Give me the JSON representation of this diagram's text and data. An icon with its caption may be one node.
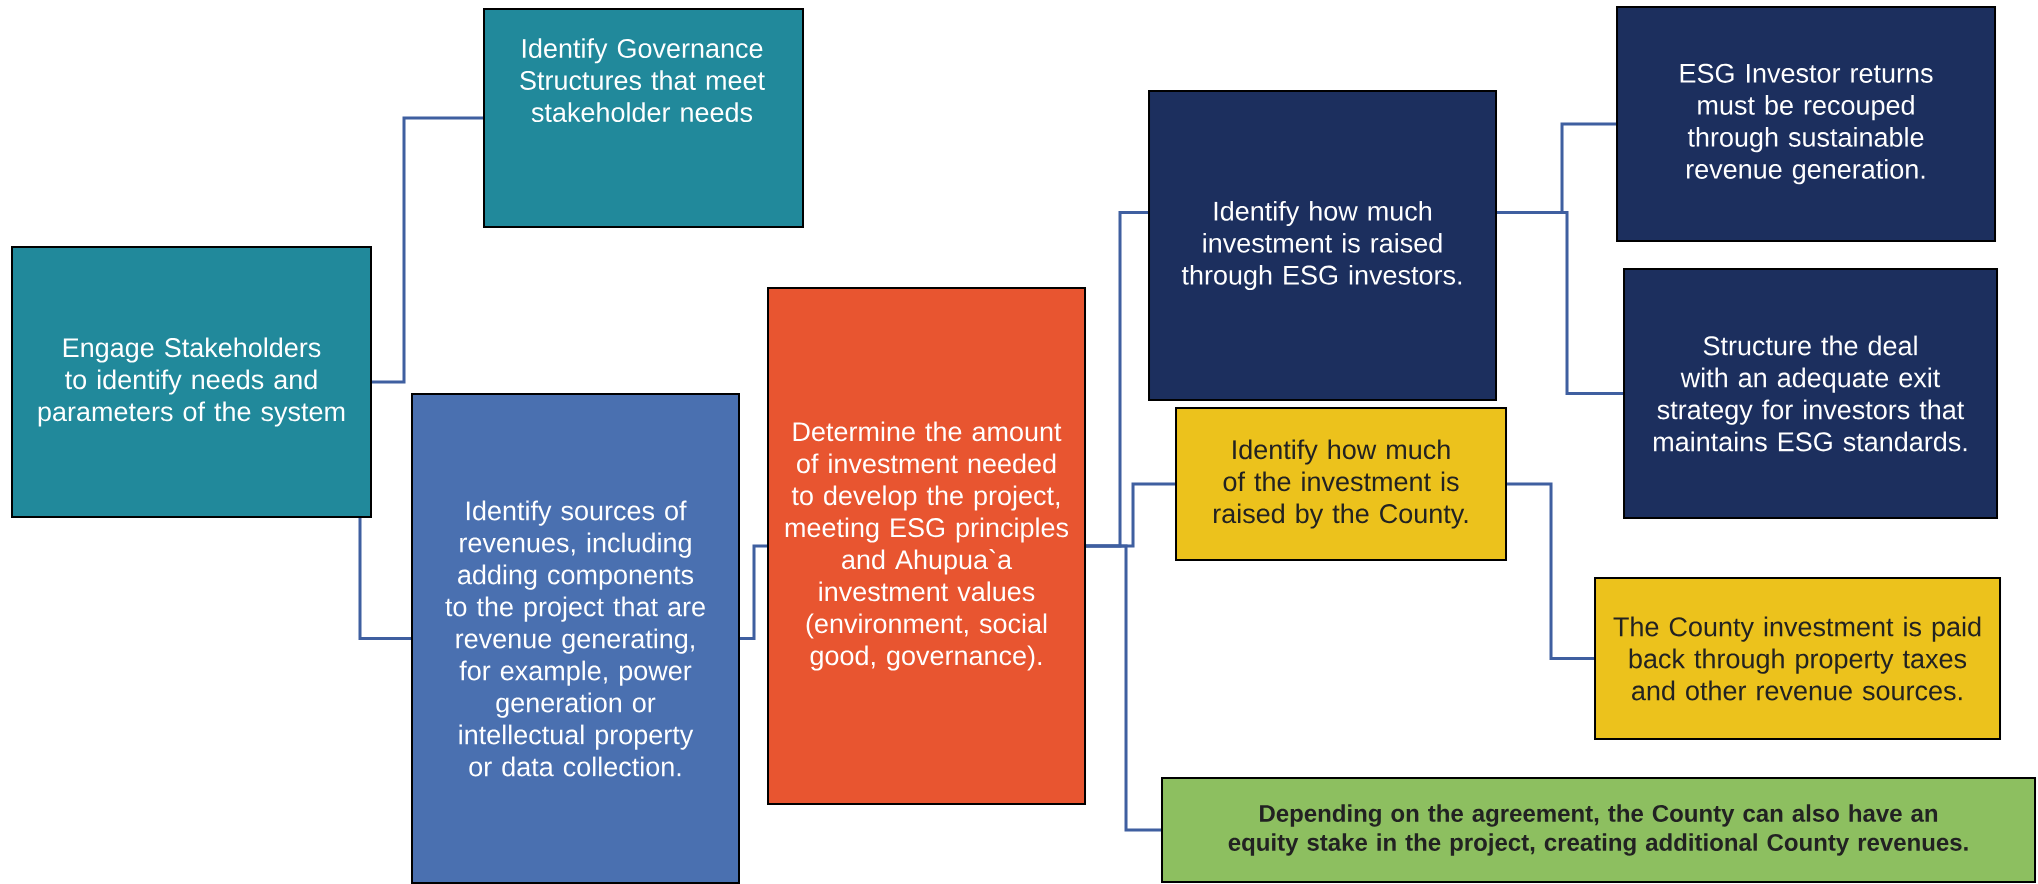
{
  "diagram": {
    "nodes": [
      {
        "text": [
          "Engage Stakeholders to identify needs and parameters of the system"
        ]
      },
      {
        "text": [
          "Identify Governance Structures that meet stakeholder needs"
        ]
      },
      {
        "text": [
          "Identify sources of revenues, including adding components to the project that are revenue generating, for example,  power generation or intellectual property or data collection."
        ]
      },
      {
        "text": [
          "Determine the amount of investment needed to develop the project, meeting ESG principles and Ahupua`a investment values (environment, social good, governance)."
        ]
      },
      {
        "text": [
          "Identify how much investment is raised through ESG investors."
        ]
      },
      {
        "text": [
          "ESG Investor returns must be recouped through sustainable revenue generation."
        ]
      },
      {
        "text": [
          "Structure the deal with an adequate exit strategy for investors that maintains ESG standards."
        ]
      },
      {
        "text": [
          "Identify how much of the investment is raised by the County."
        ]
      },
      {
        "text": [
          "The County investment is paid back through property taxes and other revenue sources."
        ]
      },
      {
        "text": [
          "Depending on the agreement, the County can also have an equity stake in the project, creating additional County revenues."
        ]
      }
    ],
    "edges": [
      {
        "from": 0,
        "to": 1,
        "arrow": "none"
      },
      {
        "from": 0,
        "to": 2,
        "arrow": "none"
      },
      {
        "from": 2,
        "to": 3,
        "arrow": "none"
      },
      {
        "from": 3,
        "to": 4,
        "arrow": "none"
      },
      {
        "from": 3,
        "to": 7,
        "arrow": "none"
      },
      {
        "from": 3,
        "to": 9,
        "arrow": "none"
      },
      {
        "from": 4,
        "to": 5,
        "arrow": "none"
      },
      {
        "from": 4,
        "to": 6,
        "arrow": "none"
      },
      {
        "from": 7,
        "to": 8,
        "arrow": "none"
      }
    ]
  }
}
